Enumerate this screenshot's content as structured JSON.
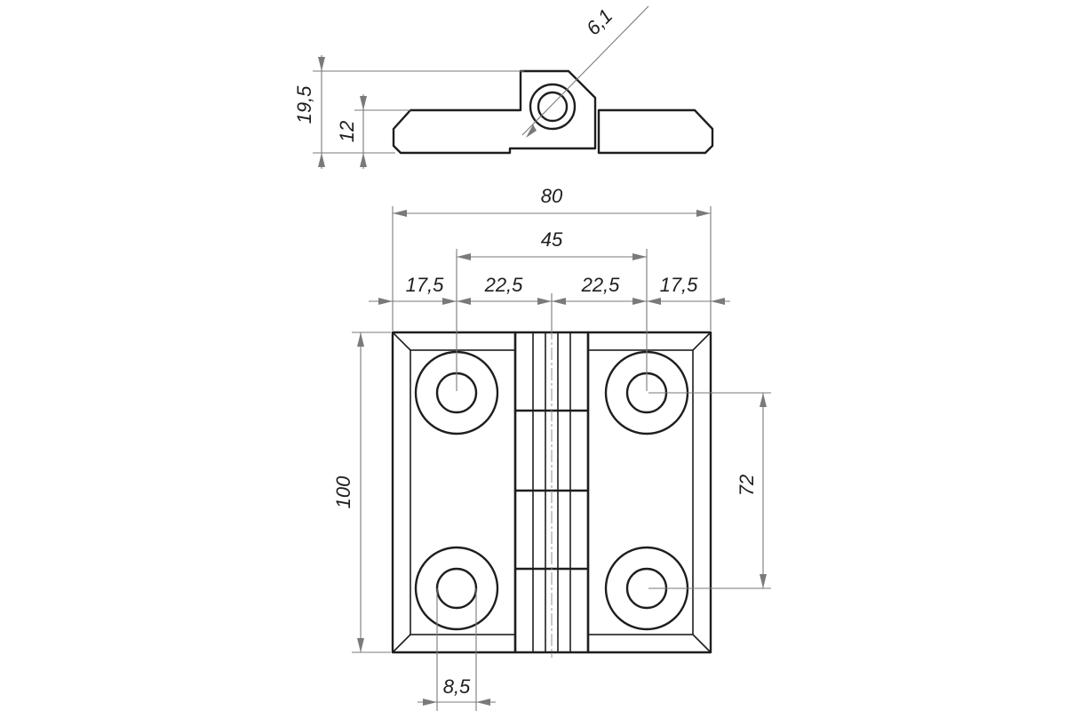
{
  "drawing": {
    "dimensions": {
      "overall_width": "80",
      "hole_pitch_horizontal": "45",
      "edge_to_hole_left": "17,5",
      "hole_to_axis_left": "22,5",
      "axis_to_hole_right": "22,5",
      "edge_to_hole_right": "17,5",
      "overall_height": "100",
      "hole_pitch_vertical": "72",
      "hole_diameter": "8,5",
      "side_total_height": "19,5",
      "side_leaf_height": "12",
      "pin_diameter": "6,1"
    },
    "colors": {
      "outline": "#1e1e1e",
      "dimension_line": "#7a7a7a",
      "background": "#ffffff"
    }
  }
}
